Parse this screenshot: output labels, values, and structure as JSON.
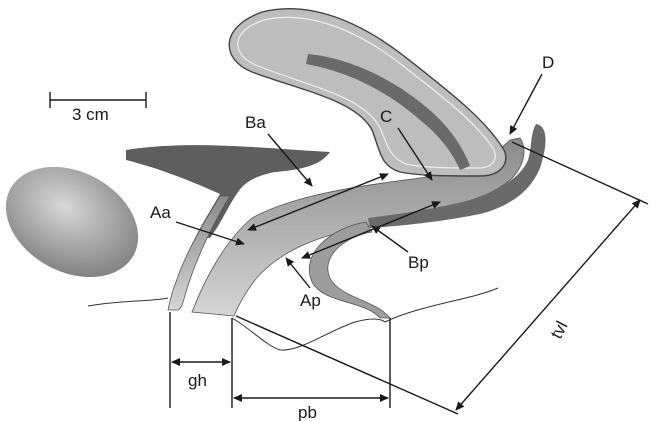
{
  "scale_bar": {
    "label": "3 cm"
  },
  "points": {
    "Aa": "Aa",
    "Ba": "Ba",
    "C": "C",
    "D": "D",
    "Ap": "Ap",
    "Bp": "Bp"
  },
  "measurements": {
    "gh": "gh",
    "pb": "pb",
    "tvl": "tvl"
  }
}
